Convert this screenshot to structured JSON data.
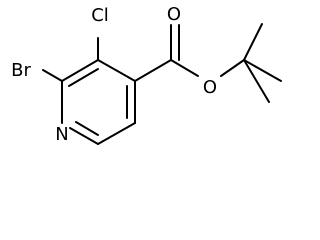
{
  "molecule": {
    "atoms": {
      "bromine": "Br",
      "chlorine": "Cl",
      "nitrogen": "N",
      "carbonyl_oxygen": "O",
      "ester_oxygen": "O"
    }
  },
  "colors": {
    "bond": "#000000",
    "label": "#000000",
    "background": "#ffffff"
  }
}
